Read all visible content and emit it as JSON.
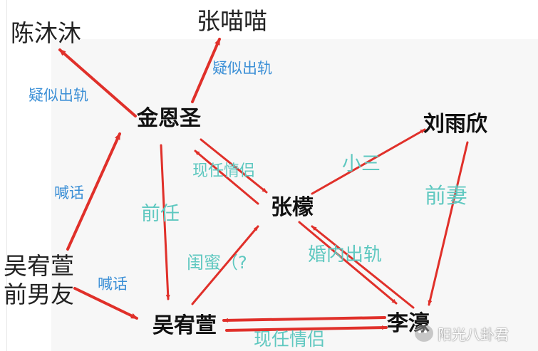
{
  "nodes": {
    "jin": "金恩圣",
    "liu": "刘雨欣",
    "zhang_meng": "张檬",
    "wu": "吴宥萱",
    "li": "李濠",
    "chen": "陈沐沐",
    "zhang_miao": "张喵喵",
    "wu_ex_line1": "吴宥萱",
    "wu_ex_line2": "前男友"
  },
  "edge_labels": {
    "suspect_affair_chen": "疑似出轨",
    "suspect_affair_miao": "疑似出轨",
    "shout_jin": "喊话",
    "shout_wu": "喊话",
    "current_couple_jin_zhang": "现任情侣",
    "ex_jin_wu": "前任",
    "bestie_q": "闺蜜（?",
    "mistress": "小三",
    "ex_wife": "前妻",
    "marital_affair": "婚内出轨",
    "current_couple_wu_li": "现任情侣"
  },
  "watermark": {
    "text": "阳光八卦君"
  },
  "colors": {
    "arrow": "#e0302a",
    "node_text": "#111111",
    "label_blue": "#3b8fd6",
    "label_teal": "#5fc8c0"
  }
}
